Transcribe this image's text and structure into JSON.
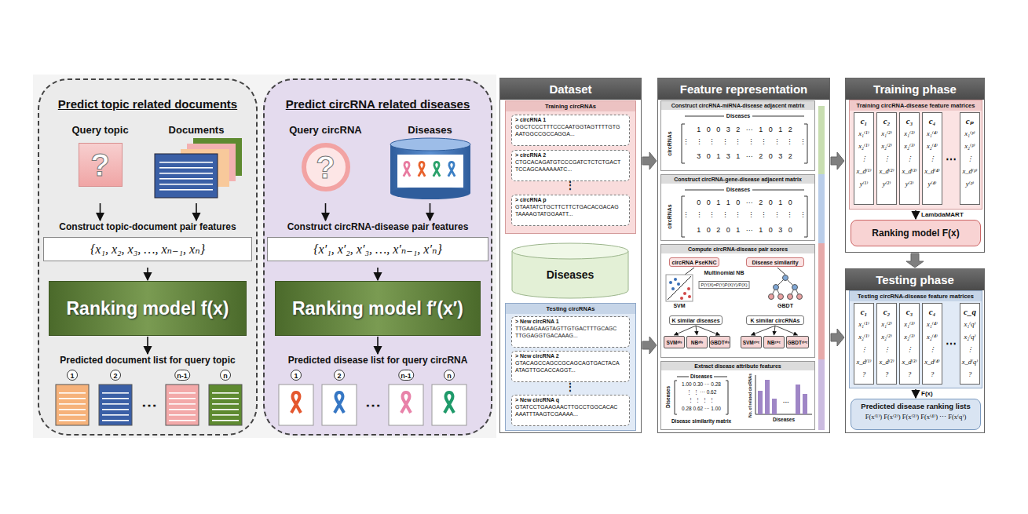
{
  "diagram": {
    "nodes": [
      {
        "text": [
          "Predict topic related documents"
        ]
      },
      {
        "text": [
          "Query topic",
          "?"
        ],
        "in": 0
      },
      {
        "text": [
          "Documents"
        ],
        "in": 0
      },
      {
        "text": [
          "Construct topic-document pair features",
          "{x₁, x₂, x₃, …, xₙ₋₁, xₙ}"
        ],
        "in": 0
      },
      {
        "text": [
          "Ranking model f(x)"
        ],
        "in": 0
      },
      {
        "text": [
          "Predicted document list for query topic"
        ],
        "in": 0
      },
      {
        "text": [
          "Predict circRNA related diseases"
        ]
      },
      {
        "text": [
          "Query circRNA",
          "?"
        ],
        "in": 6
      },
      {
        "text": [
          "Diseases"
        ],
        "in": 6
      },
      {
        "text": [
          "Construct circRNA-disease pair features",
          "{x′₁, x′₂, x′₃, …, x′ₙ₋₁, x′ₙ}"
        ],
        "in": 6
      },
      {
        "text": [
          "Ranking model f′(x′)"
        ],
        "in": 6
      },
      {
        "text": [
          "Predicted disease list for query circRNA"
        ],
        "in": 6
      },
      {
        "text": [
          "Dataset"
        ]
      },
      {
        "text": [
          "Training circRNAs"
        ],
        "in": 12
      },
      {
        "text": [
          "> circRNA 1",
          "GGCTCCCTTTCCCAATGGTAGTTTTGTG AATGGCCGCCAGGA..."
        ],
        "in": 13
      },
      {
        "text": [
          "> circRNA 2",
          "CTGCACAGATGTCCCGATCTCTCTGACT TCCAGCAAAAAATC..."
        ],
        "in": 13
      },
      {
        "text": [
          "> circRNA p",
          "GTAATATCTGCTTCTTCTGACACGACAG TAAAAGTATGGAATT..."
        ],
        "in": 13
      },
      {
        "text": [
          "Diseases"
        ],
        "in": 12
      },
      {
        "text": [
          "Testing circRNAs"
        ],
        "in": 12
      },
      {
        "text": [
          "> New circRNA 1",
          "TTGAAGAAGTAGTTGTGACTTTGCAGC TTGGAGGTGACAAAG..."
        ],
        "in": 18
      },
      {
        "text": [
          "> New circRNA 2",
          "GTACAGCCAGCCGCAGCAGTGACTACA ATAGTTGCACCAGGT..."
        ],
        "in": 18
      },
      {
        "text": [
          "> New circRNA q",
          "GTATCCTGAAGAACTTGCCTGGCACAC AAATTTAAGTCGAAAA..."
        ],
        "in": 18
      },
      {
        "text": [
          "Feature representation"
        ]
      },
      {
        "text": [
          "Construct circRNA-miRNA-disease adjacent matrix"
        ],
        "in": 22
      },
      {
        "text": [
          "Construct circRNA-gene-disease adjacent matrix"
        ],
        "in": 22
      },
      {
        "text": [
          "Compute circRNA-disease pair scores"
        ],
        "in": 22
      },
      {
        "text": [
          "circRNA PseKNC"
        ],
        "in": 25
      },
      {
        "text": [
          "Disease similarity"
        ],
        "in": 25
      },
      {
        "text": [
          "K similar diseases"
        ],
        "in": 25
      },
      {
        "text": [
          "K similar circRNAs"
        ],
        "in": 25
      },
      {
        "text": [
          "SVMᵈⁱˢ"
        ],
        "in": 25
      },
      {
        "text": [
          "NBᵈⁱˢ"
        ],
        "in": 25
      },
      {
        "text": [
          "GBDTᵈⁱˢ"
        ],
        "in": 25
      },
      {
        "text": [
          "SVMᶜⁱʳᶜ"
        ],
        "in": 25
      },
      {
        "text": [
          "NBᶜⁱʳᶜ"
        ],
        "in": 25
      },
      {
        "text": [
          "GBDTᶜⁱʳᶜ"
        ],
        "in": 25
      },
      {
        "text": [
          "Extract disease attribute features"
        ],
        "in": 22
      },
      {
        "text": [
          "Training phase"
        ]
      },
      {
        "text": [
          "Training circRNA-disease feature matrices"
        ],
        "in": 37
      },
      {
        "text": [
          "c₁",
          "x₁⁽¹⁾",
          "x₂⁽¹⁾",
          "⋮",
          "x_d⁽¹⁾",
          "y⁽¹⁾"
        ],
        "in": 38
      },
      {
        "text": [
          "c₂",
          "x₁⁽²⁾",
          "x₂⁽²⁾",
          "⋮",
          "x_d⁽²⁾",
          "y⁽²⁾"
        ],
        "in": 38
      },
      {
        "text": [
          "c₃",
          "x₁⁽³⁾",
          "x₂⁽³⁾",
          "⋮",
          "x_d⁽³⁾",
          "y⁽³⁾"
        ],
        "in": 38
      },
      {
        "text": [
          "c₄",
          "x₁⁽⁴⁾",
          "x₂⁽⁴⁾",
          "⋮",
          "x_d⁽⁴⁾",
          "y⁽⁴⁾"
        ],
        "in": 38
      },
      {
        "text": [
          "cₚ",
          "x₁⁽ᵖ⁾",
          "x₂⁽ᵖ⁾",
          "⋮",
          "x_d⁽ᵖ⁾",
          "y⁽ᵖ⁾"
        ],
        "in": 38
      },
      {
        "text": [
          "Ranking model F(x)"
        ],
        "in": 37
      },
      {
        "text": [
          "Testing phase"
        ]
      },
      {
        "text": [
          "Testing circRNA-disease feature matrices"
        ],
        "in": 45
      },
      {
        "text": [
          "c₁",
          "x₁⁽¹⁾",
          "x₂⁽¹⁾",
          "⋮",
          "x_d⁽¹⁾",
          "?"
        ],
        "in": 46
      },
      {
        "text": [
          "c₂",
          "x₁⁽²⁾",
          "x₂⁽²⁾",
          "⋮",
          "x_d⁽²⁾",
          "?"
        ],
        "in": 46
      },
      {
        "text": [
          "c₃",
          "x₁⁽³⁾",
          "x₂⁽³⁾",
          "⋮",
          "x_d⁽³⁾",
          "?"
        ],
        "in": 46
      },
      {
        "text": [
          "c₄",
          "x₁⁽⁴⁾",
          "x₂⁽⁴⁾",
          "⋮",
          "x_d⁽⁴⁾",
          "?"
        ],
        "in": 46
      },
      {
        "text": [
          "c_q",
          "x₁⁽q⁾",
          "x₂⁽q⁾",
          "⋮",
          "x_d⁽q⁾",
          "?"
        ],
        "in": 46
      },
      {
        "text": [
          "Predicted disease ranking lists",
          "F(x⁽¹⁾)  F(x⁽²⁾)  F(x⁽³⁾)  F(x⁽⁴⁾)  ⋯  F(x⁽q⁾)"
        ],
        "in": 45
      }
    ],
    "edges": [
      {
        "from": 1,
        "to": 3,
        "arrow": "to"
      },
      {
        "from": 2,
        "to": 3,
        "arrow": "to"
      },
      {
        "from": 3,
        "to": 4,
        "arrow": "to"
      },
      {
        "from": 4,
        "to": 5,
        "arrow": "to"
      },
      {
        "from": 7,
        "to": 9,
        "arrow": "to"
      },
      {
        "from": 8,
        "to": 9,
        "arrow": "to"
      },
      {
        "from": 9,
        "to": 10,
        "arrow": "to"
      },
      {
        "from": 10,
        "to": 11,
        "arrow": "to"
      },
      {
        "from": 12,
        "to": 22,
        "arrow": "to"
      },
      {
        "from": 12,
        "to": 22,
        "arrow": "to"
      },
      {
        "from": 22,
        "to": 37,
        "arrow": "to"
      },
      {
        "from": 22,
        "to": 45,
        "arrow": "to"
      },
      {
        "from": 37,
        "to": 45,
        "arrow": "to"
      },
      {
        "from": 38,
        "to": 44,
        "label": "LambdaMART",
        "arrow": "to"
      },
      {
        "from": 46,
        "to": 52,
        "label": "F(x)",
        "arrow": "to"
      },
      {
        "from": 28,
        "to": 30,
        "arrow": "to"
      },
      {
        "from": 28,
        "to": 31,
        "arrow": "to"
      },
      {
        "from": 28,
        "to": 32,
        "arrow": "to"
      },
      {
        "from": 29,
        "to": 33,
        "arrow": "to"
      },
      {
        "from": 29,
        "to": 34,
        "arrow": "to"
      },
      {
        "from": 29,
        "to": 35,
        "arrow": "to"
      }
    ],
    "labels": [
      "1",
      "2",
      "n-1",
      "n",
      "⋯",
      "1",
      "2",
      "n-1",
      "n",
      "⋯",
      "⋮",
      "⋮",
      "Diseases",
      "circRNAs",
      "1 0 0 3 2 ··· 1 0 1 2",
      "⋮ ⋮ ⋮ ⋮ ⋮ ⋮ ⋮ ⋮ ⋮ ⋮",
      "3 0 1 3 1 ··· 2 0 3 2",
      "Diseases",
      "circRNAs",
      "0 0 1 1 0 ··· 2 0 1 0",
      "⋮ ⋮ ⋮ ⋮ ⋮ ⋮ ⋮ ⋮ ⋮ ⋮",
      "1 0 2 0 1 ··· 1 0 3 0",
      "SVM",
      "Multinomial NB",
      "P(Y|X)=P(Y)P(X|Y)/P(X)",
      "GBDT",
      "Diseases",
      "Diseases",
      "1.00 0.30 ··· 0.28",
      "⋮ ⋮ ··· 0.62",
      "⋮ ⋮ ⋮ ⋮",
      "0.28 0.62 ··· 1.00",
      "Disease similarity matrix",
      "No. of related circRNAs",
      "Diseases",
      "···",
      "⋯",
      "⋯"
    ]
  }
}
